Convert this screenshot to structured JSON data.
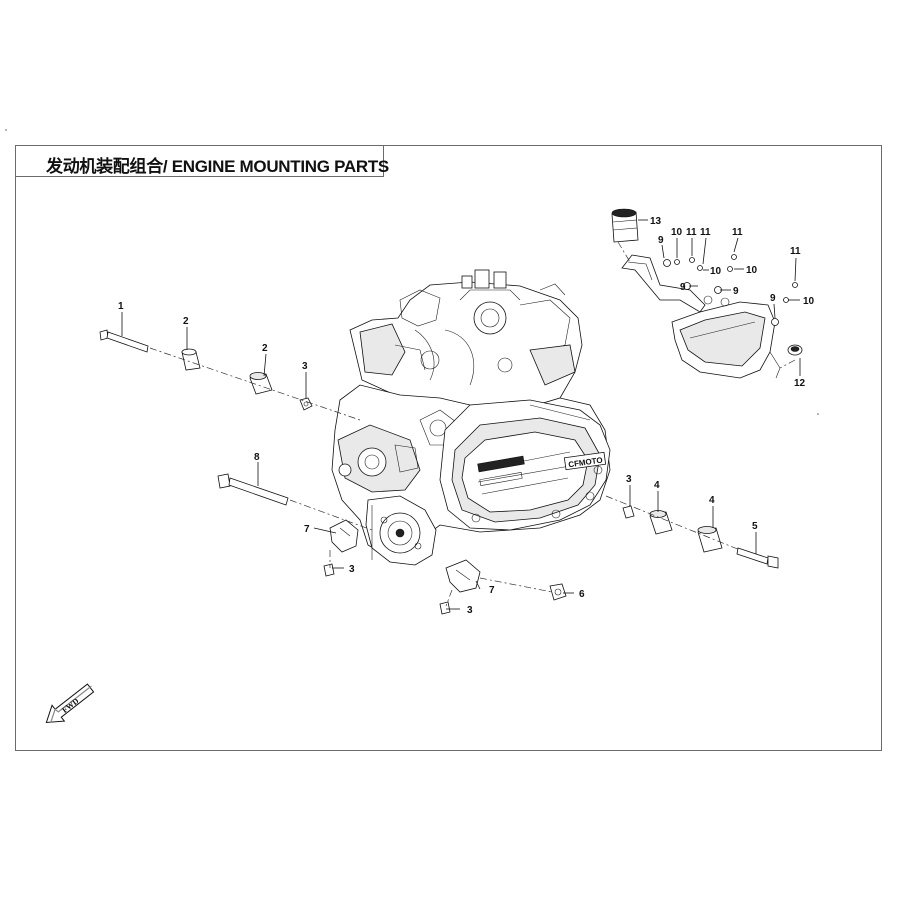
{
  "title": "发动机装配组合/ ENGINE MOUNTING PARTS",
  "callouts": {
    "c1": "1",
    "c2a": "2",
    "c2b": "2",
    "c3a": "3",
    "c3b": "3",
    "c3c": "3",
    "c3d": "3",
    "c4a": "4",
    "c4b": "4",
    "c5": "5",
    "c6": "6",
    "c7a": "7",
    "c7b": "7",
    "c8": "8",
    "c9a": "9",
    "c9b": "9",
    "c9c": "9",
    "c10a": "10",
    "c10b": "10",
    "c10c": "10",
    "c10d": "10",
    "c11a": "11",
    "c11b": "11",
    "c11c": "11",
    "c11d": "11",
    "c12": "12",
    "c13": "13"
  },
  "engine_cover": {
    "brand_badge": "CFMOTO"
  },
  "fwd_label": "FWD"
}
